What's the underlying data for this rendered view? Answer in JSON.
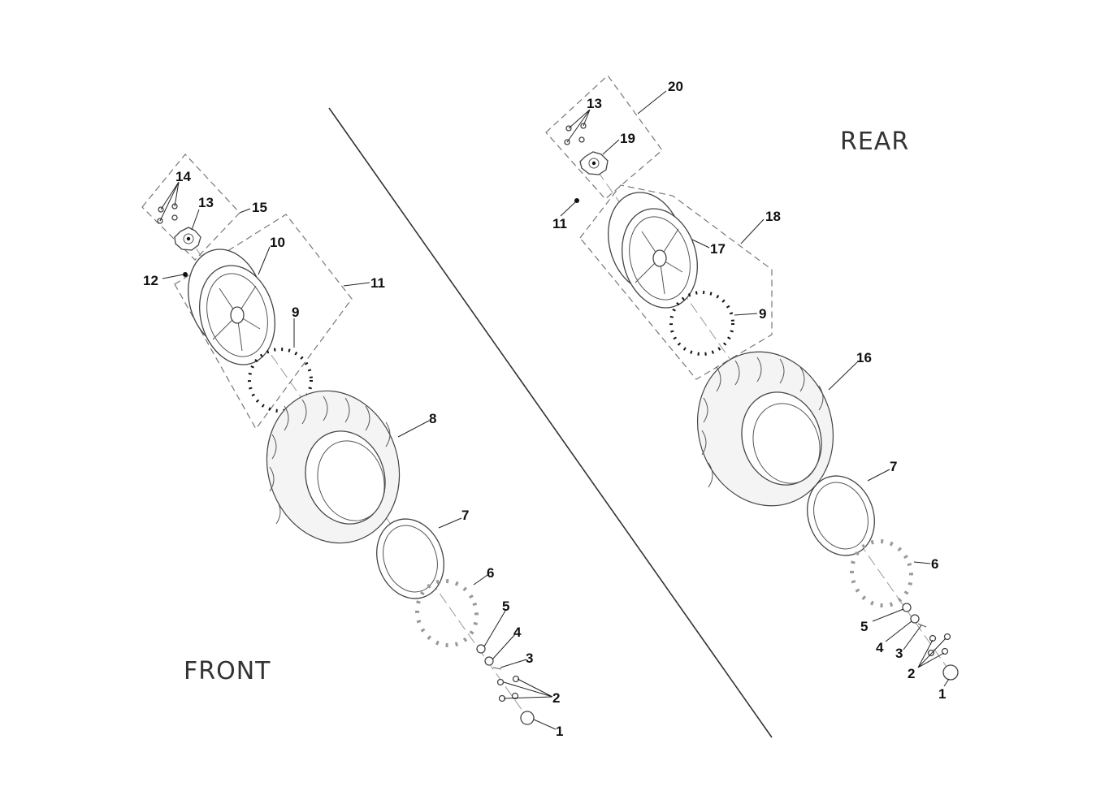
{
  "sections": {
    "front": "FRONT",
    "rear": "REAR"
  },
  "front_callouts": [
    "14",
    "13",
    "15",
    "10",
    "12",
    "11",
    "9",
    "8",
    "7",
    "6",
    "5",
    "4",
    "3",
    "2",
    "1"
  ],
  "rear_callouts": [
    "20",
    "13",
    "19",
    "11",
    "18",
    "17",
    "9",
    "16",
    "7",
    "6",
    "5",
    "4",
    "3",
    "2",
    "1"
  ]
}
